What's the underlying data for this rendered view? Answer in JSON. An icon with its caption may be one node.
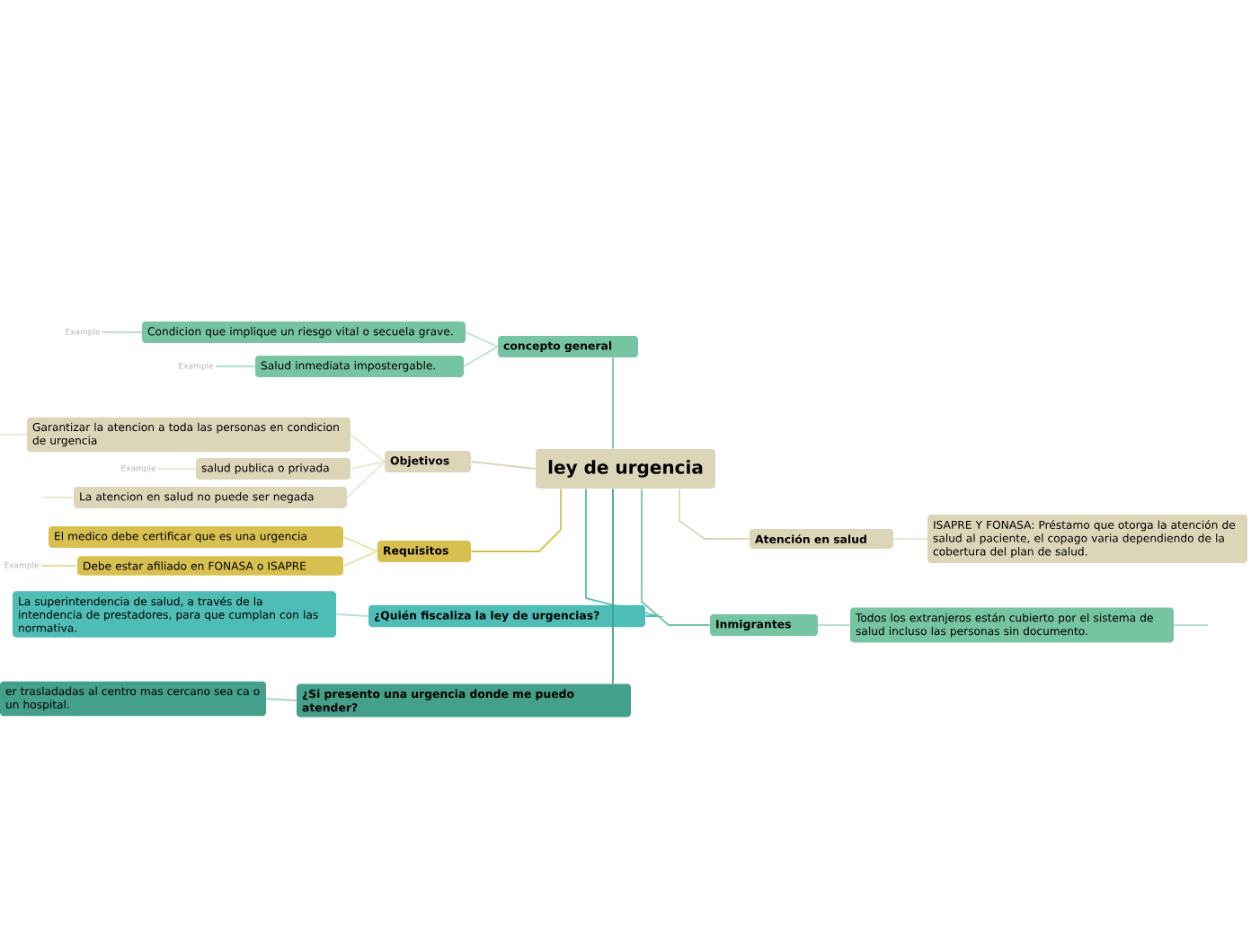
{
  "diagram": {
    "nodes": [
      {
        "text": [
          "ley de urgencia"
        ]
      },
      {
        "text": [
          "concepto general"
        ]
      },
      {
        "text": [
          "Condicion que implique un riesgo vital o secuela grave."
        ]
      },
      {
        "text": [
          "Salud inmediata impostergable."
        ]
      },
      {
        "text": [
          "Example"
        ]
      },
      {
        "text": [
          "Example"
        ]
      },
      {
        "text": [
          "Objetivos"
        ]
      },
      {
        "text": [
          "Garantizar la atencion a toda las personas en condicion de urgencia"
        ]
      },
      {
        "text": [
          "salud publica o privada"
        ]
      },
      {
        "text": [
          "La atencion en salud no puede ser negada"
        ]
      },
      {
        "text": [
          "Example"
        ]
      },
      {
        "text": [
          "Requisitos"
        ]
      },
      {
        "text": [
          "El medico debe certificar que es una urgencia"
        ]
      },
      {
        "text": [
          "Debe estar afiliado en FONASA o ISAPRE"
        ]
      },
      {
        "text": [
          "Example"
        ]
      },
      {
        "text": [
          "¿Quién fiscaliza la ley de urgencias?"
        ]
      },
      {
        "text": [
          "La superintendencia de salud, a través de la intendencia de prestadores, para que cumplan con las normativa."
        ]
      },
      {
        "text": [
          "Atención en salud"
        ]
      },
      {
        "text": [
          "ISAPRE Y FONASA: Préstamo que otorga la atención de salud al paciente, el copago varia dependiendo de la cobertura del plan de salud."
        ]
      },
      {
        "text": [
          "Inmigrantes"
        ]
      },
      {
        "text": [
          "Todos los extranjeros están cubierto por el sistema de salud incluso las personas sin documento."
        ]
      },
      {
        "text": [
          "¿Si presento una urgencia donde me puedo atender?"
        ]
      },
      {
        "text": [
          "er trasladadas al centro mas cercano sea ca o un hospital."
        ]
      }
    ],
    "edges": [
      {
        "from": 0,
        "to": 1,
        "arrow": "none",
        "color": "#76c4a2"
      },
      {
        "from": 0,
        "to": 6,
        "arrow": "none",
        "color": "#ddd5b8"
      },
      {
        "from": 0,
        "to": 11,
        "arrow": "none",
        "color": "#d8c050"
      },
      {
        "from": 0,
        "to": 15,
        "arrow": "none",
        "color": "#4dbdb5"
      },
      {
        "from": 0,
        "to": 17,
        "arrow": "none",
        "color": "#ddd5b8"
      },
      {
        "from": 0,
        "to": 19,
        "arrow": "none",
        "color": "#76c4a2"
      },
      {
        "from": 0,
        "to": 21,
        "arrow": "none",
        "color": "#44a08a"
      },
      {
        "from": 1,
        "to": 2,
        "arrow": "none",
        "color": "#b8e0cf"
      },
      {
        "from": 1,
        "to": 3,
        "arrow": "none",
        "color": "#b8e0cf"
      },
      {
        "from": 2,
        "to": 4,
        "arrow": "none",
        "color": "#b8e0cf"
      },
      {
        "from": 3,
        "to": 5,
        "arrow": "none",
        "color": "#b8e0cf"
      },
      {
        "from": 6,
        "to": 7,
        "arrow": "none",
        "color": "#ece7d6"
      },
      {
        "from": 6,
        "to": 8,
        "arrow": "none",
        "color": "#ece7d6"
      },
      {
        "from": 6,
        "to": 9,
        "arrow": "none",
        "color": "#ece7d6"
      },
      {
        "from": 8,
        "to": 10,
        "arrow": "none",
        "color": "#ece7d6"
      },
      {
        "from": 7,
        "to": null,
        "arrow": "none",
        "color": "#ece7d6"
      },
      {
        "from": 9,
        "to": null,
        "arrow": "none",
        "color": "#ece7d6"
      },
      {
        "from": 11,
        "to": 12,
        "arrow": "none",
        "color": "#ecdc9c"
      },
      {
        "from": 11,
        "to": 13,
        "arrow": "none",
        "color": "#ecdc9c"
      },
      {
        "from": 13,
        "to": 14,
        "arrow": "none",
        "color": "#ecdc9c"
      },
      {
        "from": 15,
        "to": 16,
        "arrow": "none",
        "color": "#b0e2de"
      },
      {
        "from": 17,
        "to": 18,
        "arrow": "none",
        "color": "#ece7d6"
      },
      {
        "from": 19,
        "to": 20,
        "arrow": "none",
        "color": "#b8e0cf"
      },
      {
        "from": 20,
        "to": null,
        "arrow": "none",
        "color": "#b8e0cf"
      },
      {
        "from": 21,
        "to": 22,
        "arrow": "none",
        "color": "#a8d4c8"
      }
    ]
  }
}
